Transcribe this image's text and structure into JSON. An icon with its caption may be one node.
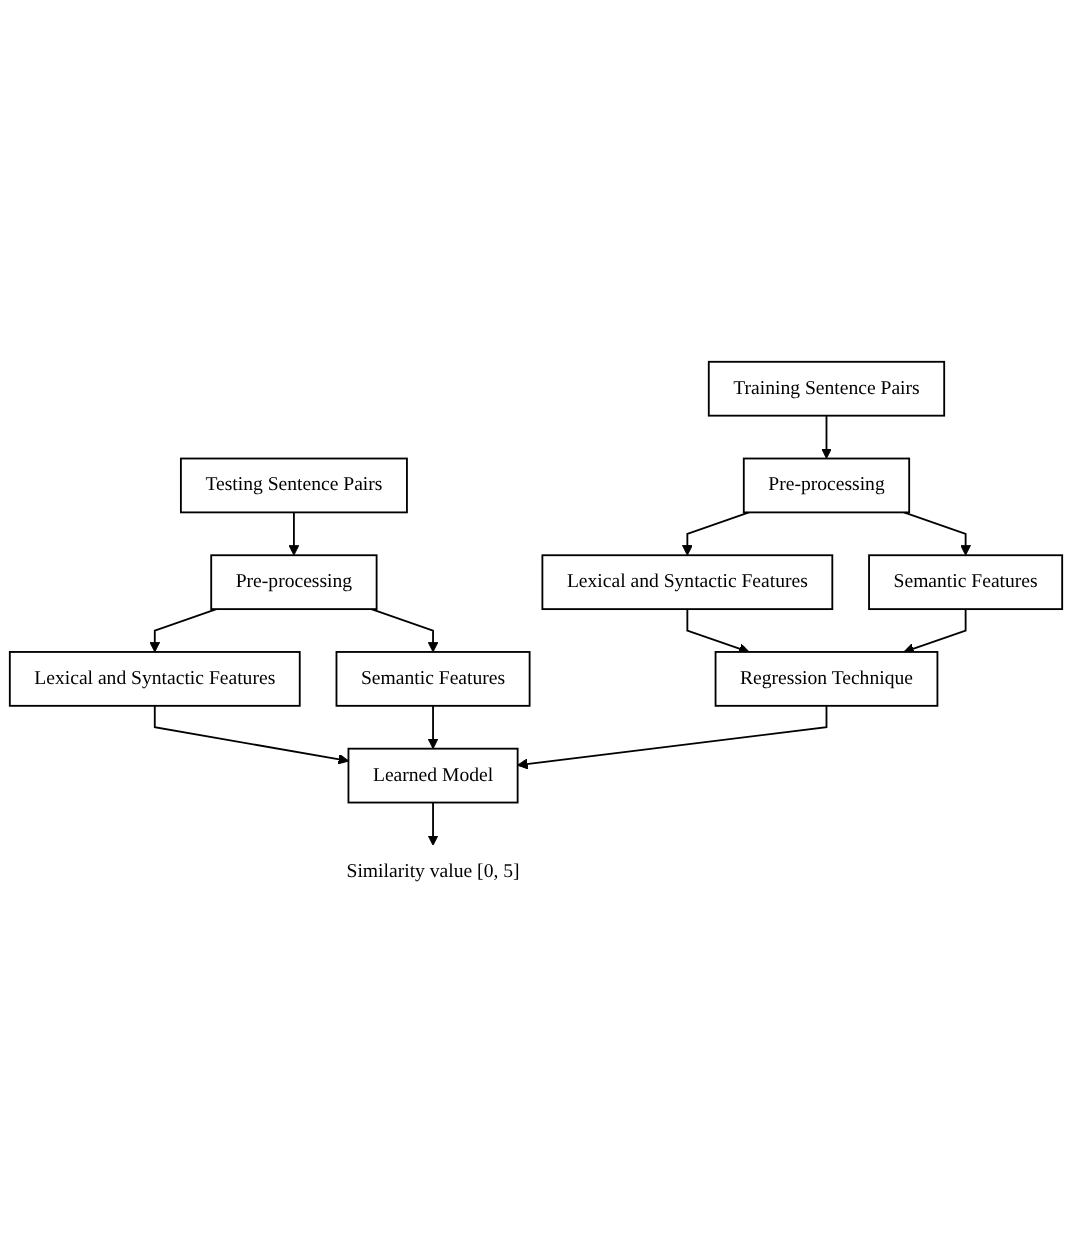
{
  "diagram": {
    "nodes": [
      {
        "text": [
          "Training Sentence Pairs"
        ]
      },
      {
        "text": [
          "Testing Sentence Pairs"
        ]
      },
      {
        "text": [
          "Pre-processing"
        ]
      },
      {
        "text": [
          "Pre-processing"
        ]
      },
      {
        "text": [
          "Lexical and Syntactic Features"
        ]
      },
      {
        "text": [
          "Semantic Features"
        ]
      },
      {
        "text": [
          "Lexical and Syntactic Features"
        ]
      },
      {
        "text": [
          "Semantic Features"
        ]
      },
      {
        "text": [
          "Regression Technique"
        ]
      },
      {
        "text": [
          "Learned Model"
        ]
      },
      {
        "text": [
          "Similarity value [0, 5]"
        ]
      }
    ],
    "edges": [
      {
        "from": 0,
        "to": 2,
        "arrow": "to"
      },
      {
        "from": 1,
        "to": 3,
        "arrow": "to"
      },
      {
        "from": 2,
        "to": 4,
        "arrow": "to"
      },
      {
        "from": 2,
        "to": 5,
        "arrow": "to"
      },
      {
        "from": 3,
        "to": 6,
        "arrow": "to"
      },
      {
        "from": 3,
        "to": 7,
        "arrow": "to"
      },
      {
        "from": 4,
        "to": 8,
        "arrow": "to"
      },
      {
        "from": 5,
        "to": 8,
        "arrow": "to"
      },
      {
        "from": 6,
        "to": 9,
        "arrow": "to"
      },
      {
        "from": 7,
        "to": 9,
        "arrow": "to"
      },
      {
        "from": 8,
        "to": 9,
        "arrow": "to"
      },
      {
        "from": 9,
        "to": 10,
        "arrow": "to"
      }
    ]
  }
}
